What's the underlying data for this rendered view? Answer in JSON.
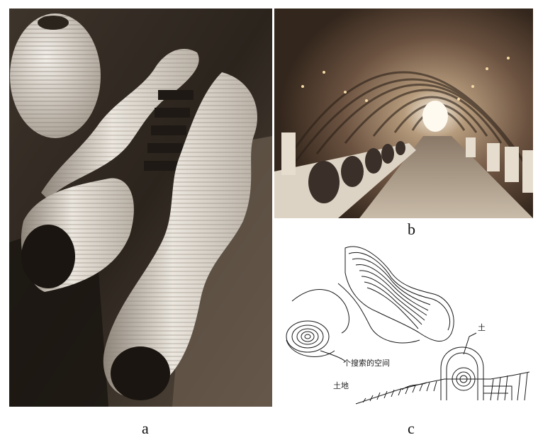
{
  "figure": {
    "panels": [
      {
        "id": "a",
        "label": "a",
        "content": "photo-clay-model"
      },
      {
        "id": "b",
        "label": "b",
        "content": "photo-vaulted-gallery"
      },
      {
        "id": "c",
        "label": "c",
        "content": "ink-sketch"
      }
    ],
    "sketch": {
      "note_main": "个搜索的空间",
      "note_small": "土地",
      "note_top": "土"
    },
    "colors": {
      "sepia_dark": "#2a241d",
      "sepia_mid": "#7a6552",
      "sepia_light": "#e9e4dc",
      "ink": "#1a1a1a"
    }
  }
}
